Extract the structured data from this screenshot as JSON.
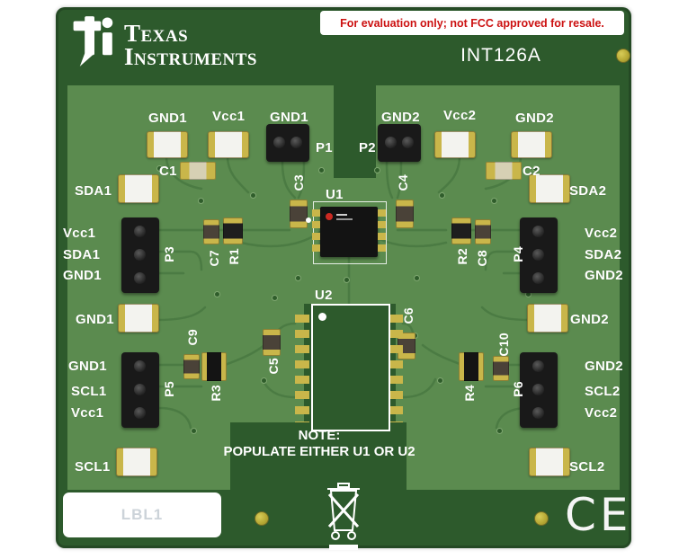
{
  "banner": {
    "warning_text": "For evaluation only; not FCC approved for resale.",
    "brand_line1": "Texas",
    "brand_line2": "Instruments",
    "part_number": "INT126A"
  },
  "silkscreen": {
    "gnd1_a": "GND1",
    "vcc1_a": "Vcc1",
    "gnd1_b": "GND1",
    "p1": "P1",
    "p2": "P2",
    "gnd2_a": "GND2",
    "vcc2_a": "Vcc2",
    "gnd2_b": "GND2",
    "c1": "C1",
    "c2": "C2",
    "sda1_a": "SDA1",
    "sda2_a": "SDA2",
    "c3": "C3",
    "c4": "C4",
    "u1": "U1",
    "u2": "U2",
    "c7": "C7",
    "r1": "R1",
    "r2": "R2",
    "c8": "C8",
    "vcc1_b": "Vcc1",
    "sda1_b": "SDA1",
    "gnd1_c": "GND1",
    "p3": "P3",
    "vcc2_b": "Vcc2",
    "sda2_b": "SDA2",
    "gnd2_c": "GND2",
    "p4": "P4",
    "gnd1_d": "GND1",
    "gnd2_d": "GND2",
    "c9": "C9",
    "r3": "R3",
    "c5": "C5",
    "c6": "C6",
    "c10": "C10",
    "r4": "R4",
    "gnd1_e": "GND1",
    "scl1_a": "SCL1",
    "vcc1_c": "Vcc1",
    "p5": "P5",
    "gnd2_e": "GND2",
    "scl2_a": "SCL2",
    "vcc2_c": "Vcc2",
    "p6": "P6",
    "scl1_b": "SCL1",
    "scl2_b": "SCL2"
  },
  "note": {
    "line1": "NOTE:",
    "line2": "POPULATE EITHER U1 OR U2"
  },
  "bottom": {
    "label_text": "LBL1",
    "ce_mark": "CE"
  },
  "colors": {
    "board_dark": "#2d5a2c",
    "board_light": "#5b8b4f",
    "silkscreen": "#ffffff",
    "pad_gold": "#c9b64a",
    "warning_red": "#cc1111"
  }
}
